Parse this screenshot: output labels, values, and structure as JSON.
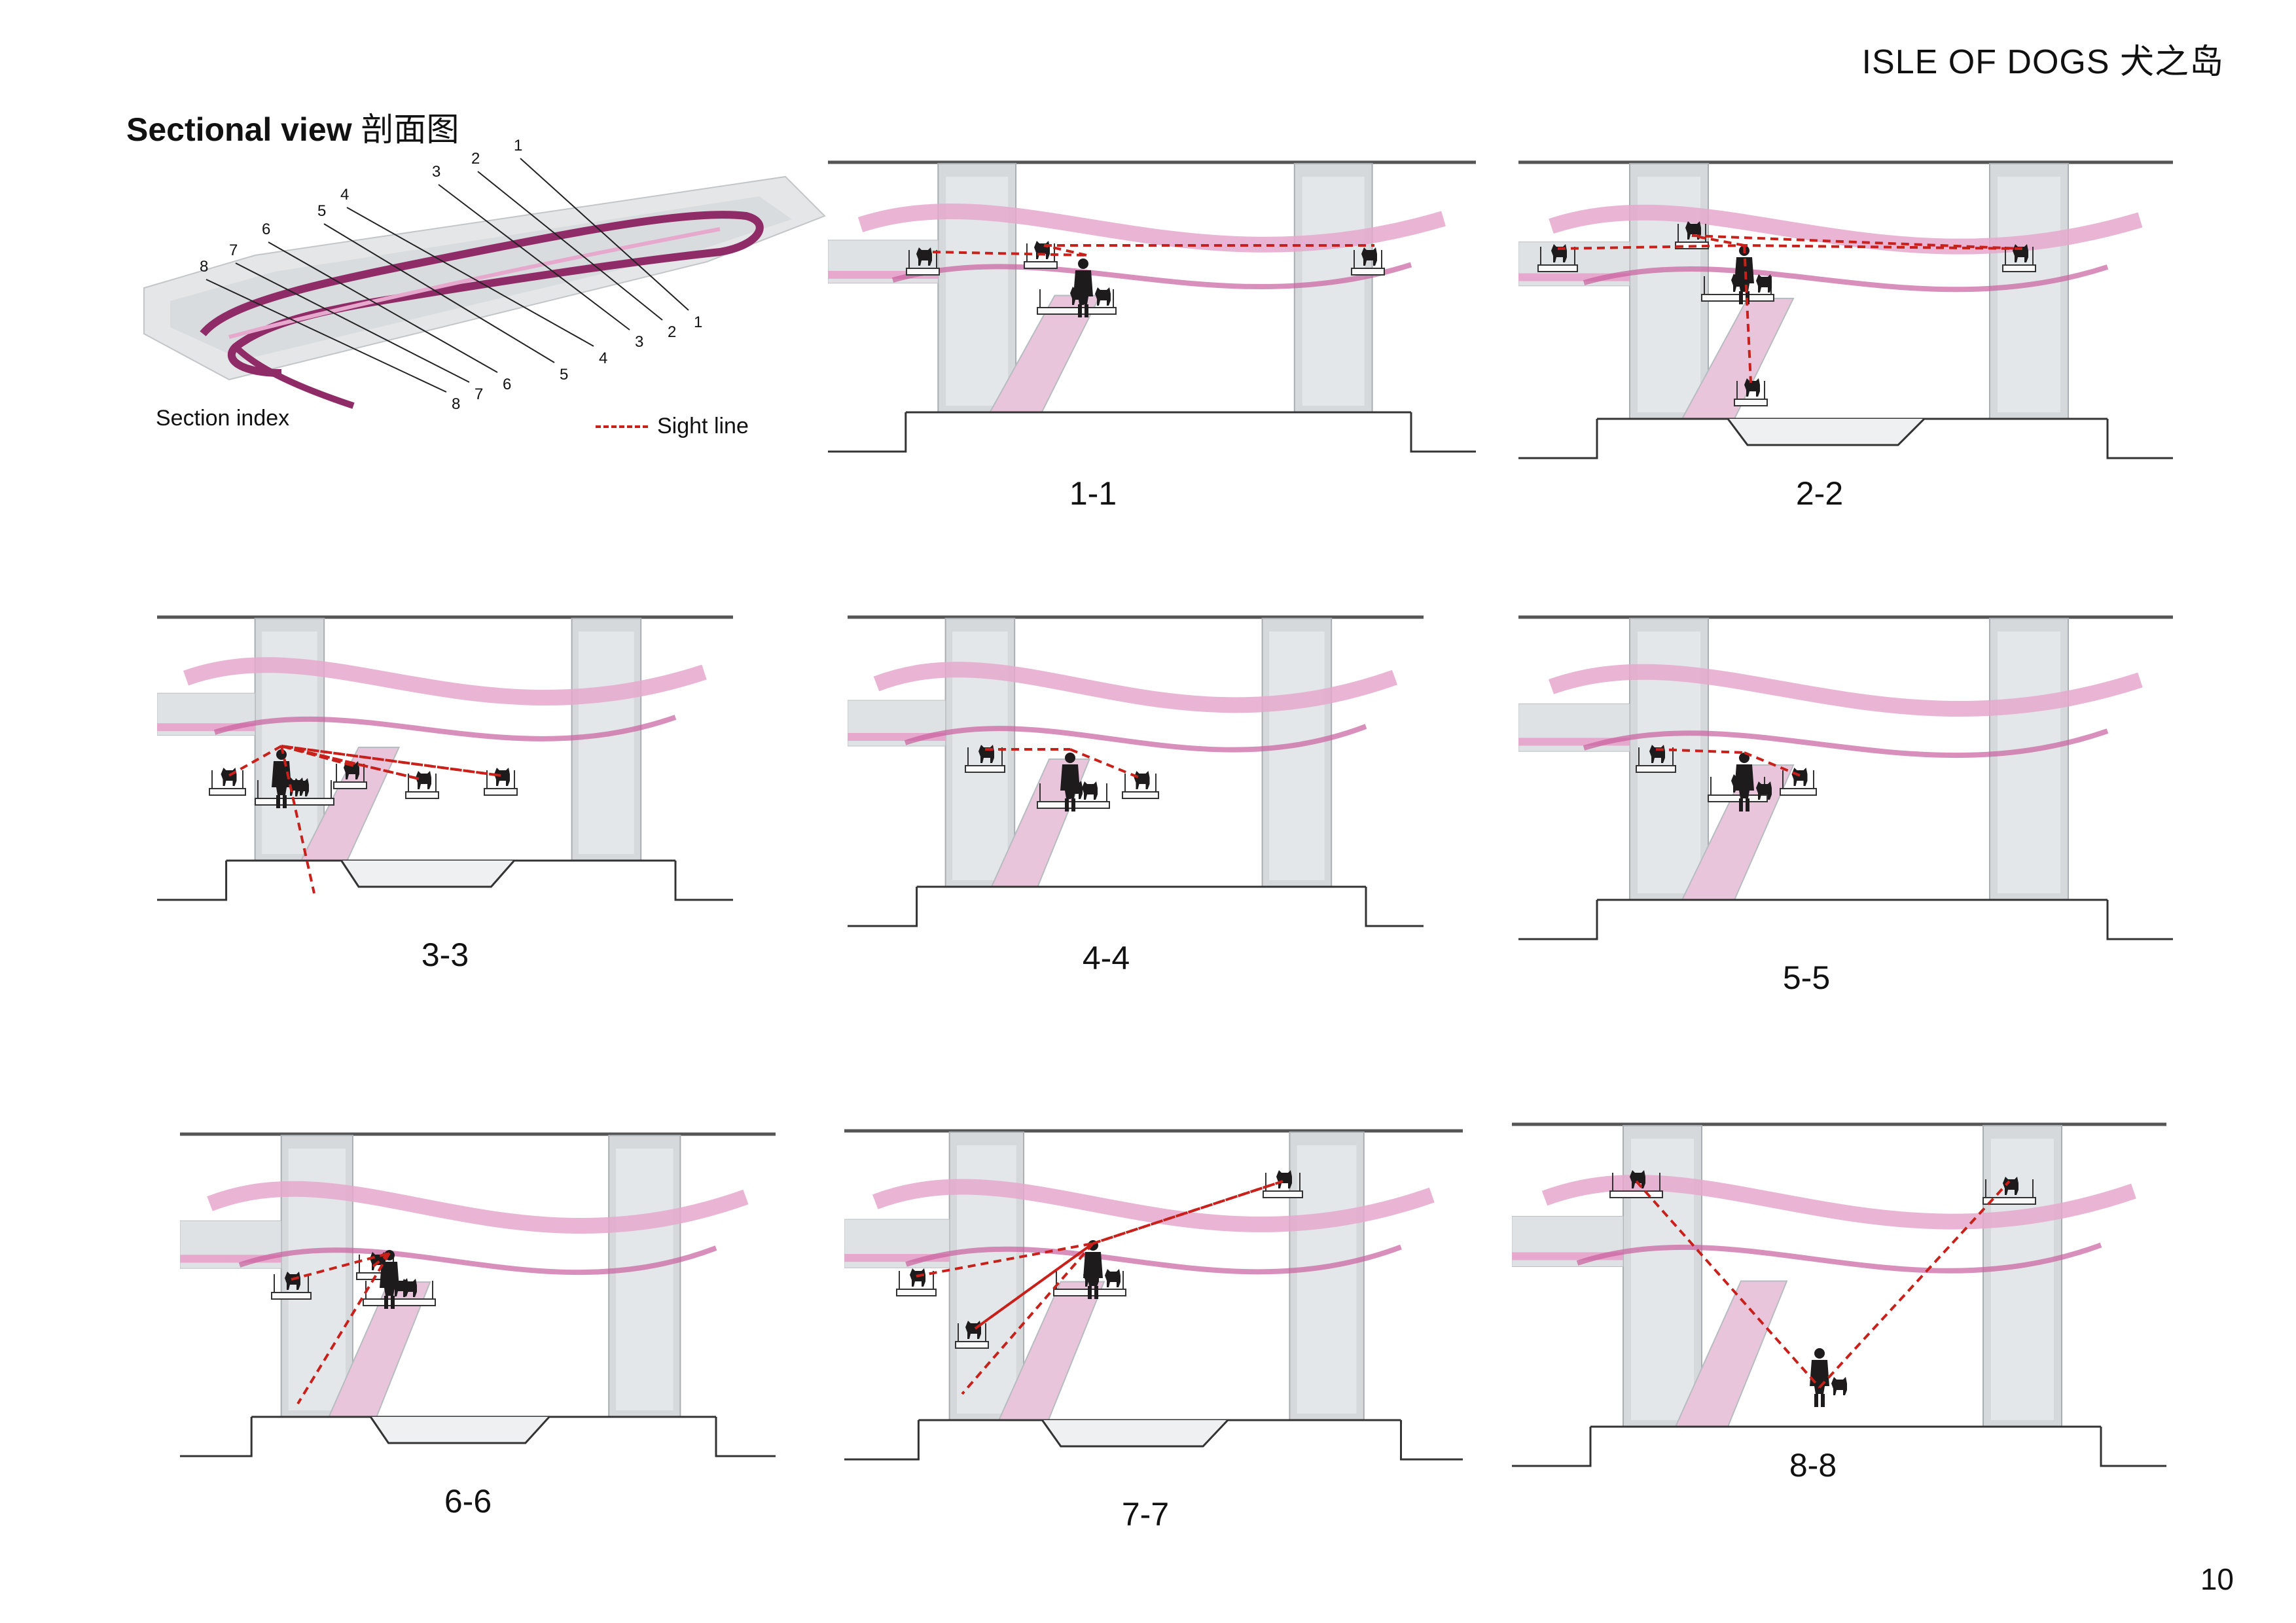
{
  "header": {
    "project_title": "ISLE OF DOGS 犬之岛",
    "heading_en": "Sectional view",
    "heading_cn": "剖面图"
  },
  "index_map": {
    "caption": "Section index",
    "top_numbers": [
      "1",
      "2",
      "3",
      "4",
      "5",
      "6",
      "7",
      "8"
    ],
    "bottom_numbers": [
      "1",
      "2",
      "3",
      "4",
      "5",
      "6",
      "7",
      "8"
    ]
  },
  "legend": {
    "sight_line_label": "Sight line",
    "sight_line_color": "#c8201a"
  },
  "colors": {
    "structure": "#d6d9db",
    "structure_dark": "#a9aeb2",
    "walkway_pink": "#e6a8cc",
    "walkway_pink_dark": "#c9609e",
    "figure": "#1d1b1c",
    "index_route": "#8f2c68"
  },
  "sections": [
    {
      "label": "1-1"
    },
    {
      "label": "2-2"
    },
    {
      "label": "3-3"
    },
    {
      "label": "4-4"
    },
    {
      "label": "5-5"
    },
    {
      "label": "6-6"
    },
    {
      "label": "7-7"
    },
    {
      "label": "8-8"
    }
  ],
  "page_number": "10"
}
